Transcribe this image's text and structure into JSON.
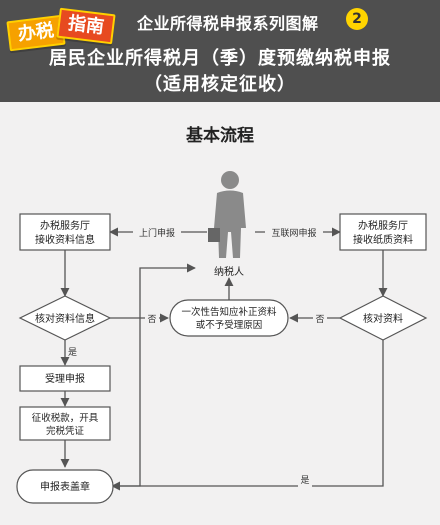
{
  "header": {
    "badge_left": "办税",
    "badge_right": "指南",
    "series_title": "企业所得税申报系列图解",
    "series_number": "2",
    "subtitle_line1": "居民企业所得税月（季）度预缴纳税申报",
    "subtitle_line2": "（适用核定征收）"
  },
  "flow_title": "基本流程",
  "nodes": {
    "left_office": "办税服务厅|接收资料信息",
    "right_office": "办税服务厅|接收纸质资料",
    "taxpayer": "纳税人",
    "check_left": "核对资料信息",
    "check_right": "核对资料",
    "notice": "一次性告知应补正资料|或不予受理原因",
    "accept": "受理申报",
    "collect": "征收税款，开具|完税凭证",
    "stamp": "申报表盖章"
  },
  "labels": {
    "onsite": "上门申报",
    "online": "互联网申报",
    "no_left": "否",
    "no_right": "否",
    "yes_left": "是",
    "yes_bottom": "是"
  },
  "colors": {
    "header_bg": "#4f4f4f",
    "badge_orange": "#f6a100",
    "badge_red": "#e74a20",
    "badge_border": "#ffd000",
    "number_circle": "#ffd400",
    "line": "#555555",
    "box_fill": "#ffffff"
  }
}
